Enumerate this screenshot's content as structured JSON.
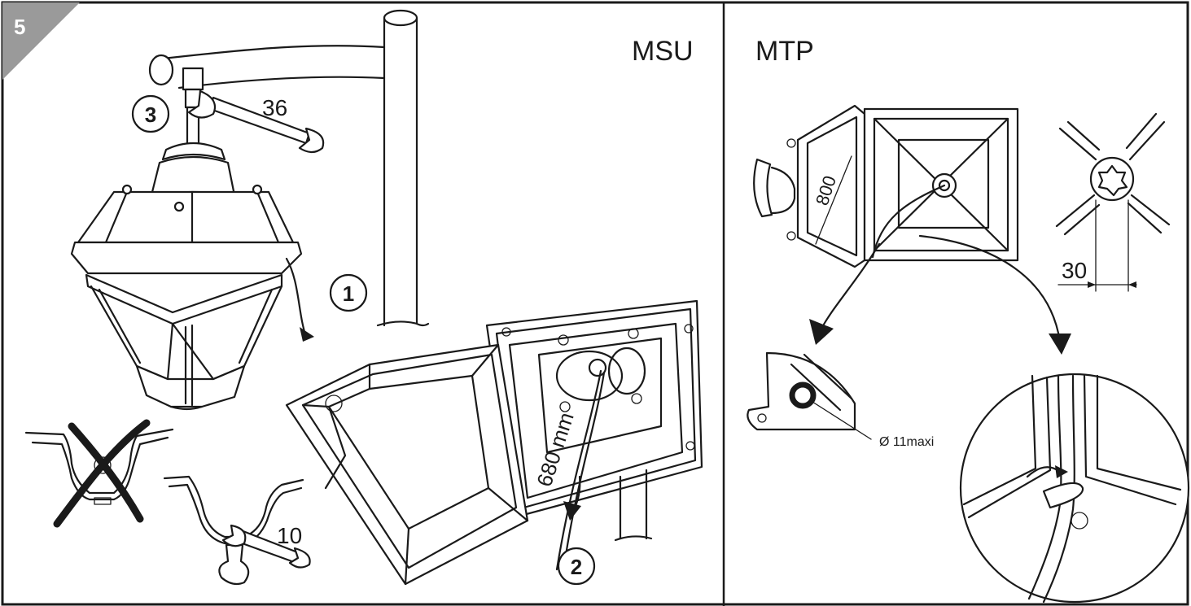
{
  "step_badge": "5",
  "panels": {
    "left": {
      "title": "MSU",
      "steps": [
        "1",
        "2",
        "3"
      ],
      "wrench_large": "36",
      "wrench_small": "10",
      "cable_length": "680 mm"
    },
    "right": {
      "title": "MTP",
      "dimension_cable": "800",
      "dimension_flat": "30",
      "hole_diameter": "Ø 11maxi"
    }
  },
  "colors": {
    "badge": "#9a9a9a",
    "ink": "#1a1a1a",
    "frame": "#1a1a1a"
  }
}
